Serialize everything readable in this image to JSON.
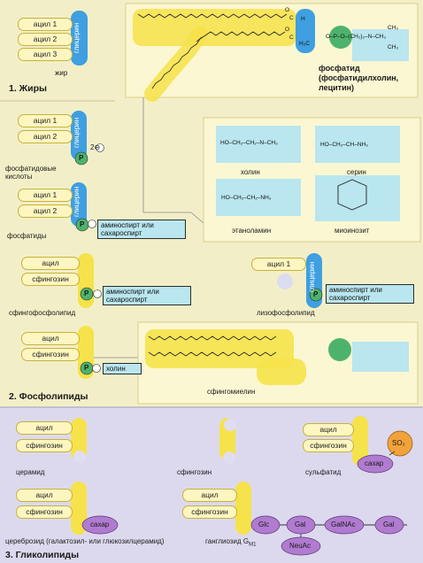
{
  "colors": {
    "page_bg": "#f2efc8",
    "section3_bg": "#dcd9ef",
    "glycerol_blue": "#3f9fe0",
    "fatty_yellow": "#f6e24a",
    "phosphate_green": "#4db36c",
    "sugar_purple": "#b07bd0",
    "sulfate_orange": "#f2a23a",
    "box_cyan": "#b9e6ef"
  },
  "section1": {
    "title": "1. Жиры",
    "acyls": [
      "ацил 1",
      "ацил 2",
      "ацил 3"
    ],
    "glycerol": "глицерин",
    "caption": "жир",
    "phosphatide_caption": "фосфатид (фосфатидилхолин, лецитин)",
    "formula": {
      "glycerol_c": [
        "C",
        "C",
        "C"
      ],
      "o_links": [
        "O",
        "O"
      ],
      "h_atoms": [
        "H",
        "H₂C"
      ],
      "phospho": "O–P–O–(CH₂)₂–N–CH₃",
      "methyls": [
        "CH₃",
        "CH₃"
      ]
    }
  },
  "section2": {
    "title": "2. Фосфолипиды",
    "phosphatidic": {
      "acyls": [
        "ацил 1",
        "ацил 2"
      ],
      "glycerol": "глицерин",
      "p": "P",
      "charge": "2⊖",
      "caption": "фосфатидовые кислоты"
    },
    "phosphatides": {
      "acyls": [
        "ацил 1",
        "ацил 2"
      ],
      "glycerol": "глицерин",
      "p": "P",
      "alcohol": "аминоспирт или сахароспирт",
      "caption": "фосфатиды"
    },
    "alcohols": [
      {
        "formula": "HO–CH₂–CH₂–N–CH₃",
        "name": "холин"
      },
      {
        "formula": "HO–CH₂–CH–NH₃",
        "name": "серин"
      },
      {
        "formula": "HO–CH₂–CH₂–NH₃",
        "name": "этаноламин"
      },
      {
        "formula": "",
        "name": "миоинозит"
      }
    ],
    "sphingophospholipid": {
      "acyl": "ацил",
      "sphingosine": "сфингозин",
      "p": "P",
      "alcohol": "аминоспирт или сахароспирт",
      "caption": "сфингофосфолипид"
    },
    "lysophospholipid": {
      "acyl": "ацил 1",
      "glycerol": "глицерин",
      "p": "P",
      "alcohol": "аминоспирт или сахароспирт",
      "caption": "лизофосфолипид"
    },
    "sphingomyelin": {
      "acyl": "ацил",
      "sphingosine": "сфингозин",
      "p": "P",
      "head": "холин",
      "caption": "сфингомиелин"
    }
  },
  "section3": {
    "title": "3. Гликолипиды",
    "ceramide": {
      "acyl": "ацил",
      "sphingosine": "сфингозин",
      "caption": "церамид"
    },
    "sphingosine": {
      "caption": "сфингозин"
    },
    "sulfatide": {
      "acyl": "ацил",
      "sphingosine": "сфингозин",
      "sugar": "сахар",
      "sulfate": "SO₃",
      "caption": "сульфатид"
    },
    "cerebroside": {
      "acyl": "ацил",
      "sphingosine": "сфингозин",
      "sugar": "сахар",
      "caption": "цереброзид (галактозил- или глюкозилцерамид)"
    },
    "ganglioside": {
      "acyl": "ацил",
      "sphingosine": "сфингозин",
      "sugars": [
        "Glc",
        "Gal",
        "GalNAc",
        "Gal"
      ],
      "branch": "NeuAc",
      "caption": "ганглиозид G",
      "caption_sub": "M1"
    }
  }
}
